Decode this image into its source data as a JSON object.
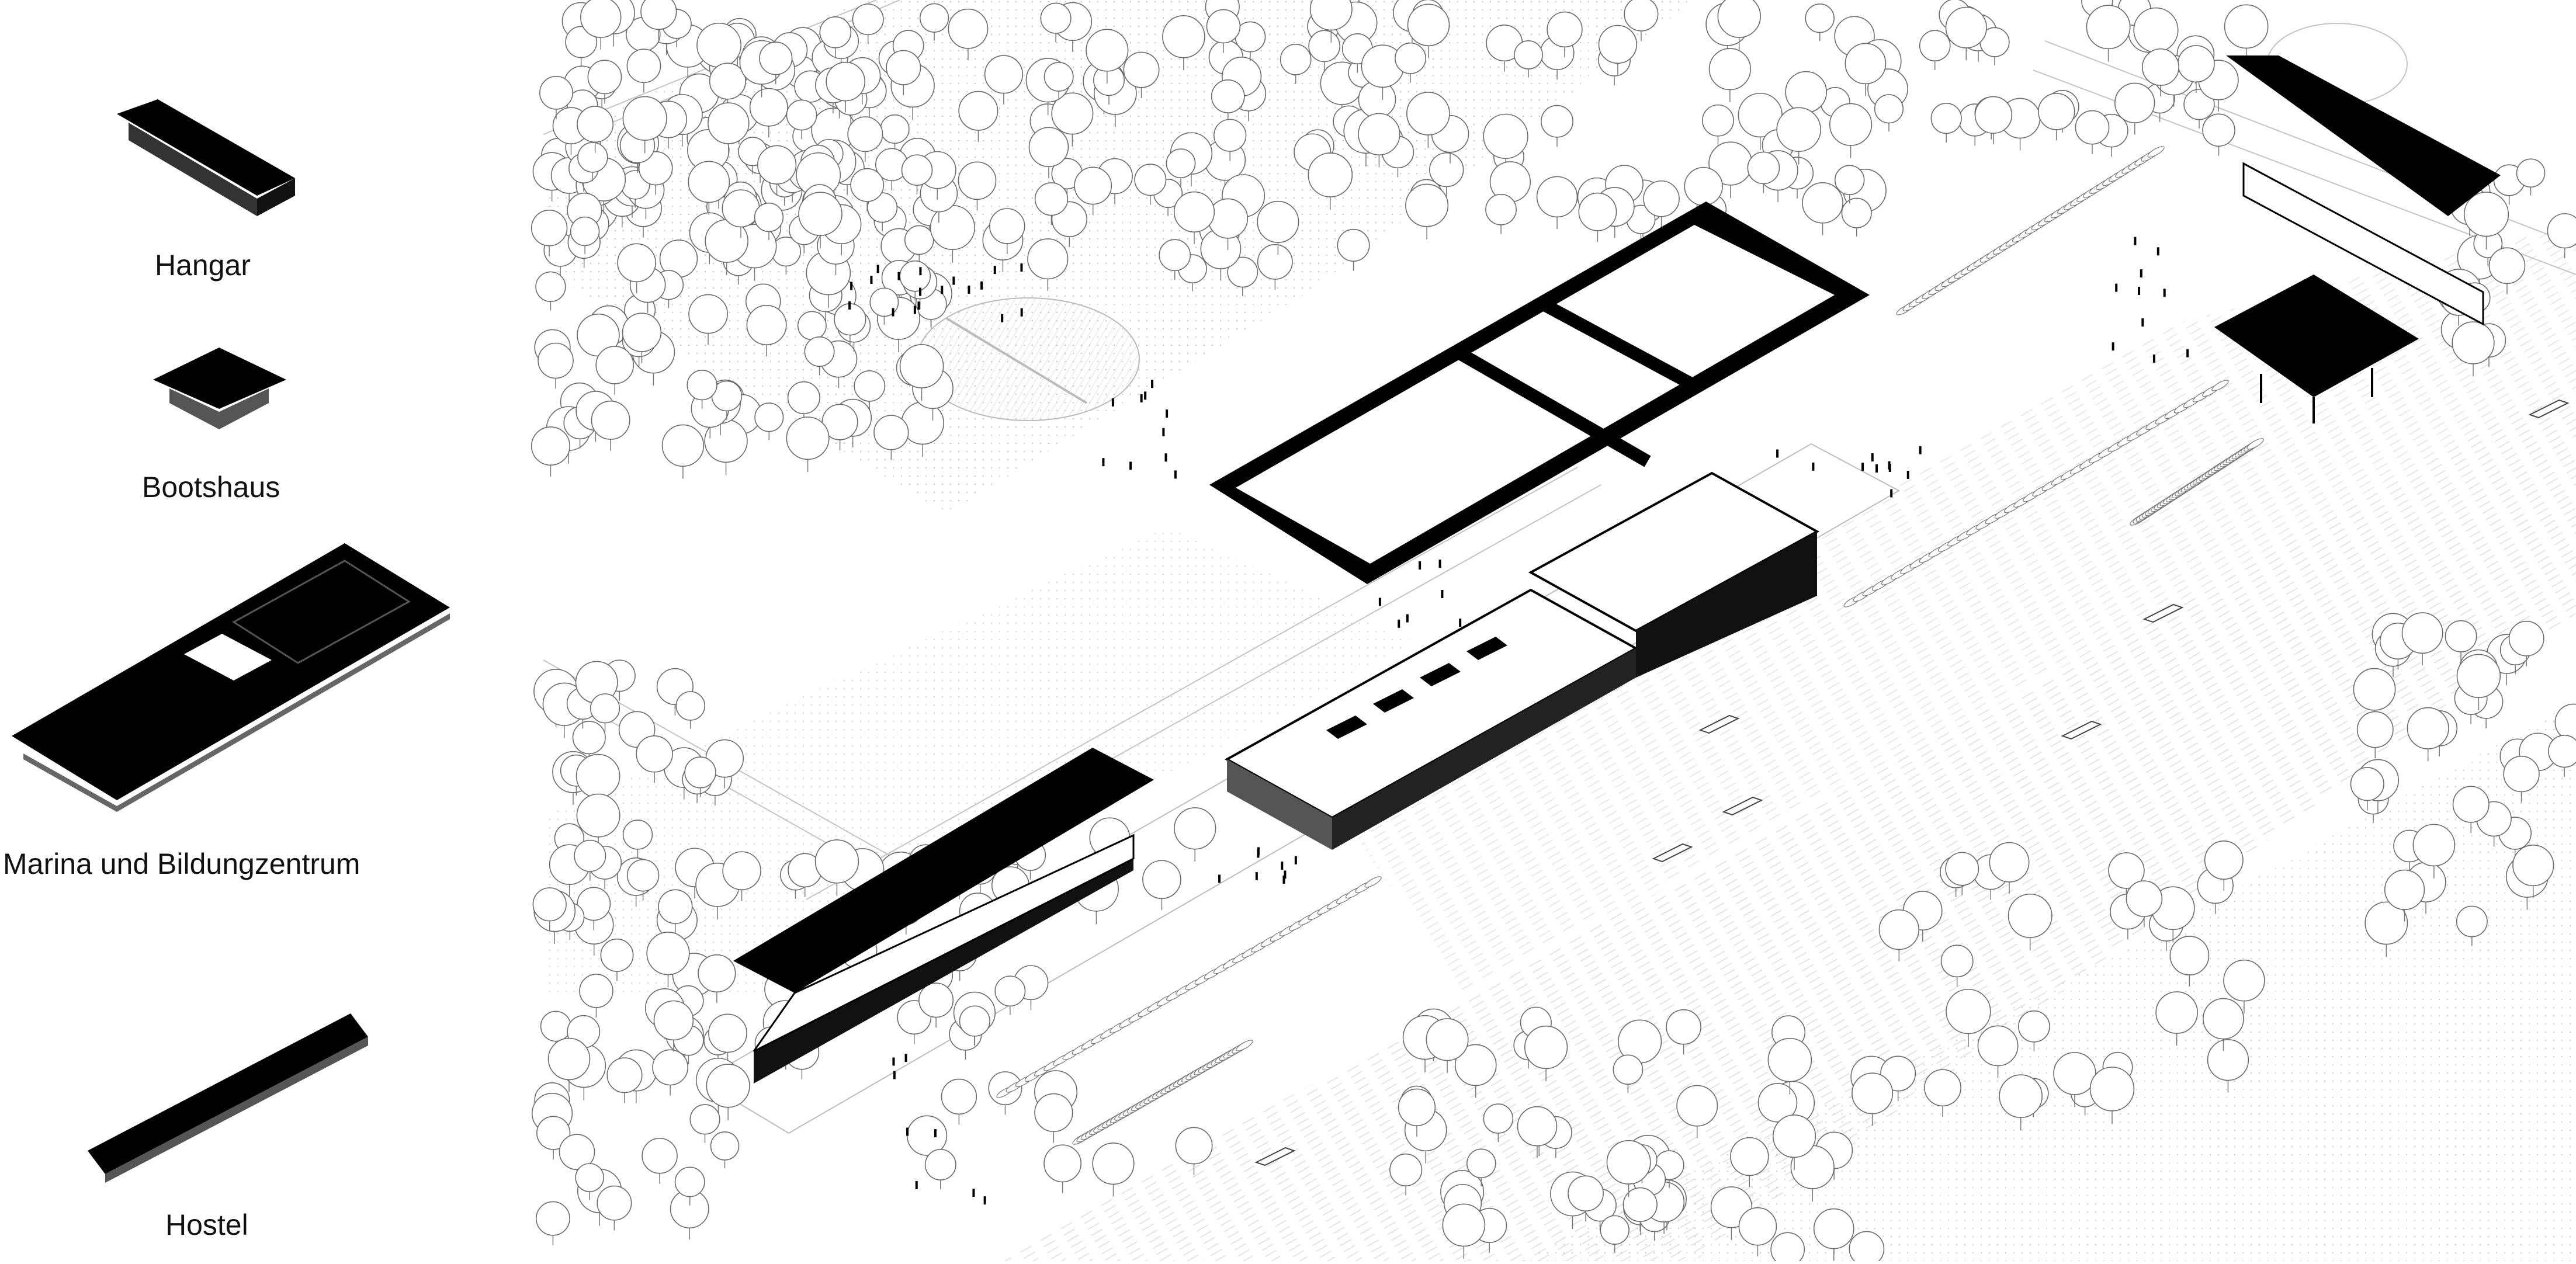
{
  "legend": {
    "items": [
      {
        "id": "hangar",
        "label": "Hangar"
      },
      {
        "id": "bootshaus",
        "label": "Bootshaus"
      },
      {
        "id": "marina",
        "label": "Marina und Bildungzentrum"
      },
      {
        "id": "hostel",
        "label": "Hostel"
      }
    ]
  },
  "colors": {
    "background": "#ffffff",
    "building": "#000000",
    "roof_light": "#ffffff",
    "ground_line": "#c8c8c8",
    "tree_line": "#6a6a6a",
    "hatch": "#d9d9d9"
  }
}
